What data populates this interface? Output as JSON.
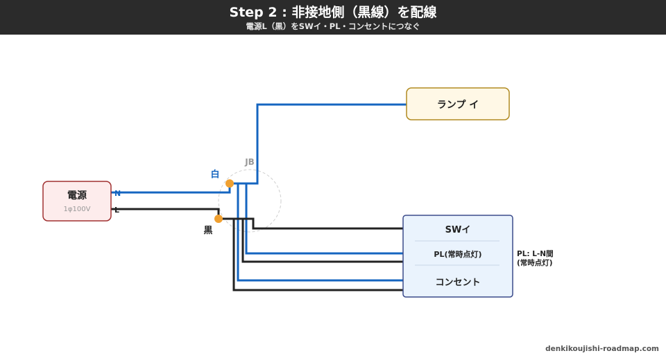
{
  "header": {
    "title": "Step 2 : 非接地側（黒線）を配線",
    "subtitle": "電源L（黒）をSWイ・PL・コンセントにつなぐ"
  },
  "power_source": {
    "title": "電源",
    "spec": "1φ100V",
    "terminal_n": "N",
    "terminal_l": "L"
  },
  "junction_box": {
    "label": "JB",
    "white_label": "白",
    "black_label": "黒"
  },
  "lamp": {
    "label": "ランプ イ"
  },
  "device_panel": {
    "switch_label": "SWイ",
    "pilot_label": "PL(常時点灯)",
    "outlet_label": "コンセント"
  },
  "note": {
    "line1": "PL: L-N間",
    "line2": "(常時点灯)"
  },
  "footer": {
    "site": "denkikoujishi-roadmap.com"
  },
  "colors": {
    "header_bg": "#2b2b2b",
    "white_wire": "#1565c0",
    "black_wire": "#222222",
    "junction_dot": "#f0a030",
    "power_fill": "#fdecec",
    "power_stroke": "#a03030",
    "lamp_fill": "#fff8e6",
    "lamp_stroke": "#b08a20",
    "panel_fill": "#eaf3fd",
    "panel_stroke": "#3a4a8a"
  }
}
